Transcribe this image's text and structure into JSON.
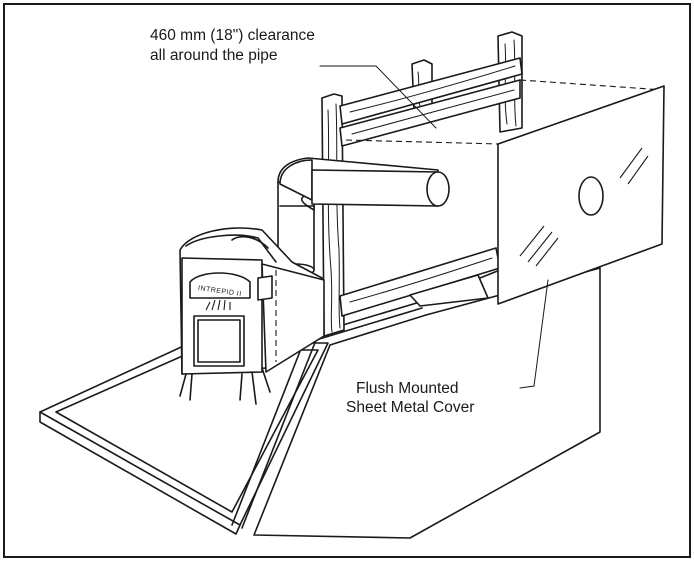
{
  "callouts": {
    "clearance_line1": "460 mm (18\") clearance",
    "clearance_line2": "all around the pipe",
    "cover_line1": "Flush Mounted",
    "cover_line2": "Sheet Metal Cover"
  },
  "stove": {
    "badge_text": "INTREPID II"
  }
}
